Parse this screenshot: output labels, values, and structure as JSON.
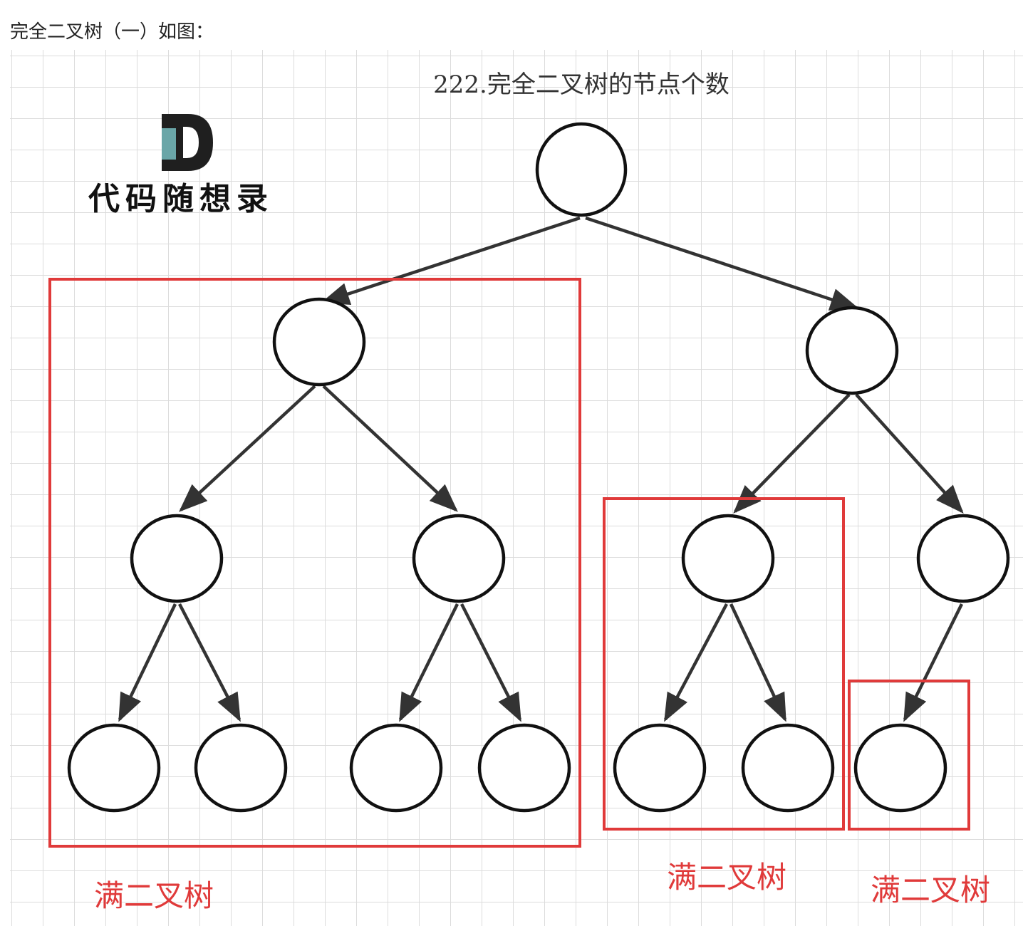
{
  "caption": "完全二叉树（一）如图：",
  "figure": {
    "title": "222.完全二叉树的节点个数",
    "logo": {
      "letter": "D",
      "text": "代码随想录"
    },
    "colors": {
      "edge": "#333333",
      "node_stroke": "#111111",
      "highlight": "#e03a3a",
      "grid": "#dcdcdc"
    },
    "labels": [
      {
        "id": "left-subtree",
        "text": "满二叉树"
      },
      {
        "id": "middle-subtree",
        "text": "满二叉树"
      },
      {
        "id": "right-leaf",
        "text": "满二叉树"
      }
    ]
  }
}
